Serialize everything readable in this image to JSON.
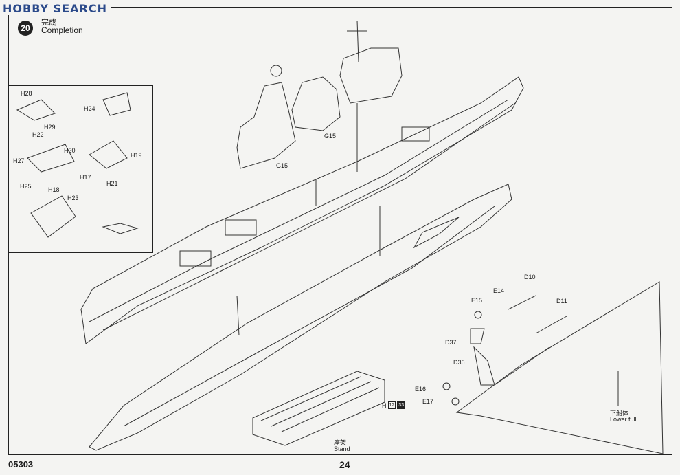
{
  "header": {
    "watermark": "HOBBY SEARCH",
    "step_number": "20",
    "title_cn": "完成",
    "title_en": "Completion"
  },
  "inset_labels": [
    "H28",
    "H29",
    "H24",
    "H22",
    "H20",
    "H19",
    "H27",
    "H17",
    "H21",
    "H25",
    "H18",
    "H23"
  ],
  "main_labels": {
    "g15_a": "G15",
    "g15_b": "G15"
  },
  "detail_labels": [
    "D10",
    "E14",
    "E15",
    "D11",
    "D37",
    "D36",
    "E16",
    "E17"
  ],
  "stand": {
    "part": "H",
    "box1": "12",
    "box2": "33",
    "label_cn": "座架",
    "label_en": "Stand"
  },
  "lower_hull": {
    "label_cn": "下船体",
    "label_en": "Lower full"
  },
  "footer": {
    "product_code": "05303",
    "page_number": "24"
  }
}
